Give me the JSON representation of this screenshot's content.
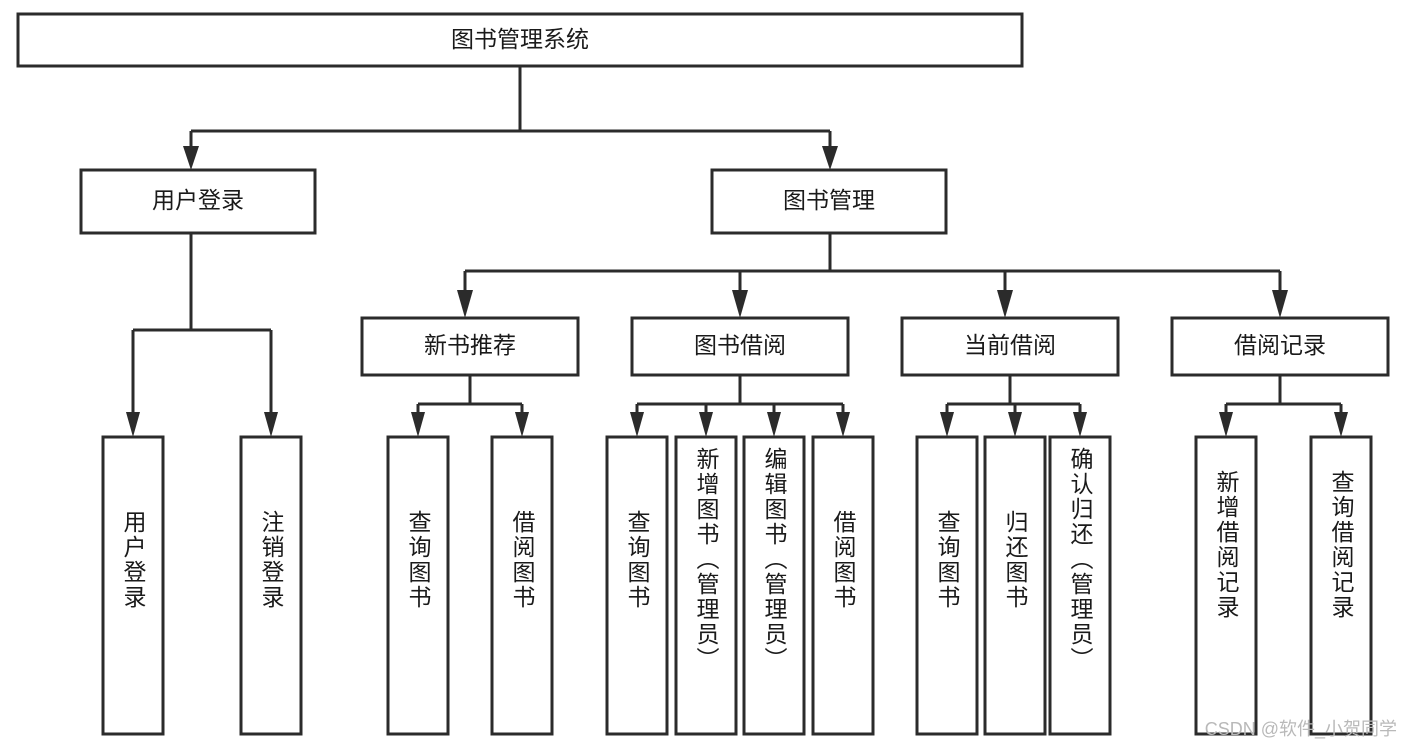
{
  "diagram": {
    "title": "图书管理系统",
    "type": "tree",
    "orientation": "top-down",
    "colors": {
      "box_stroke": "#2b2b2b",
      "box_fill": "#ffffff",
      "edge": "#2b2b2b",
      "text": "#1a1a1a",
      "background": "#ffffff",
      "watermark": "#b9b9b9"
    },
    "nodes": {
      "root": {
        "label": "图书管理系统"
      },
      "level2": [
        {
          "id": "user-login",
          "label": "用户登录"
        },
        {
          "id": "book-manage",
          "label": "图书管理"
        }
      ],
      "level3": [
        {
          "id": "new-book-recommend",
          "label": "新书推荐"
        },
        {
          "id": "book-borrow",
          "label": "图书借阅"
        },
        {
          "id": "current-borrow",
          "label": "当前借阅"
        },
        {
          "id": "borrow-record",
          "label": "借阅记录"
        }
      ],
      "leaves": {
        "user-login": [
          {
            "id": "leaf-user-login",
            "label": "用户登录"
          },
          {
            "id": "leaf-logout-login",
            "label": "注销登录"
          }
        ],
        "new-book-recommend": [
          {
            "id": "leaf-query-book-1",
            "label": "查询图书"
          },
          {
            "id": "leaf-borrow-book-1",
            "label": "借阅图书"
          }
        ],
        "book-borrow": [
          {
            "id": "leaf-query-book-2",
            "label": "查询图书"
          },
          {
            "id": "leaf-add-book",
            "label": "新增图书（管理员）"
          },
          {
            "id": "leaf-edit-book",
            "label": "编辑图书（管理员）"
          },
          {
            "id": "leaf-borrow-book-2",
            "label": "借阅图书"
          }
        ],
        "current-borrow": [
          {
            "id": "leaf-query-book-3",
            "label": "查询图书"
          },
          {
            "id": "leaf-return-book",
            "label": "归还图书"
          },
          {
            "id": "leaf-confirm-return",
            "label": "确认归还（管理员）"
          }
        ],
        "borrow-record": [
          {
            "id": "leaf-add-record",
            "label": "新增借阅记录"
          },
          {
            "id": "leaf-query-record",
            "label": "查询借阅记录"
          }
        ]
      }
    },
    "watermark": "CSDN @软件_小贺同学"
  }
}
